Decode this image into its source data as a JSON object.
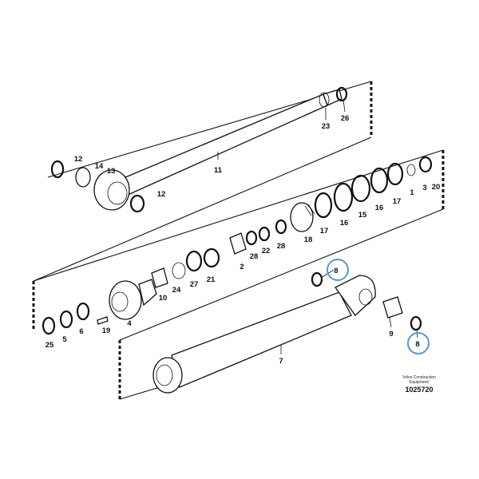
{
  "diagram": {
    "labels": [
      "12",
      "14",
      "13",
      "11",
      "12",
      "23",
      "26",
      "1",
      "3",
      "20",
      "17",
      "16",
      "15",
      "16",
      "17",
      "18",
      "28",
      "22",
      "28",
      "2",
      "21",
      "27",
      "24",
      "10",
      "4",
      "19",
      "6",
      "5",
      "25",
      "8",
      "8",
      "9",
      "7"
    ],
    "highlight_color": "#5b95cf"
  },
  "caption": {
    "line1": "Volvo Construction",
    "line2": "Equipment",
    "number": "1025720"
  }
}
